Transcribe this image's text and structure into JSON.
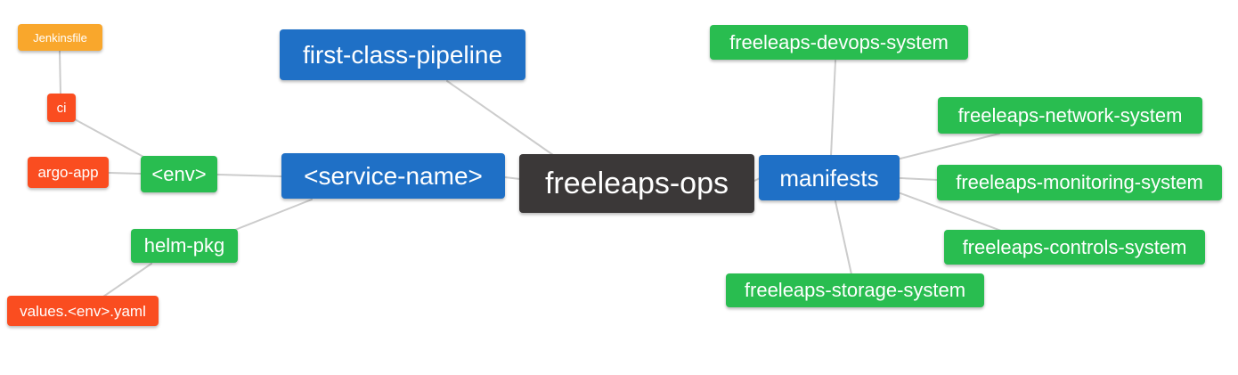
{
  "nodes": {
    "jenkinsfile": {
      "label": "Jenkinsfile"
    },
    "ci": {
      "label": "ci"
    },
    "argo_app": {
      "label": "argo-app"
    },
    "env": {
      "label": "<env>"
    },
    "helm_pkg": {
      "label": "helm-pkg"
    },
    "values_env_yaml": {
      "label": "values.<env>.yaml"
    },
    "first_class_pipeline": {
      "label": "first-class-pipeline"
    },
    "service_name": {
      "label": "<service-name>"
    },
    "freeleaps_ops": {
      "label": "freeleaps-ops"
    },
    "manifests": {
      "label": "manifests"
    },
    "devops_system": {
      "label": "freeleaps-devops-system"
    },
    "network_system": {
      "label": "freeleaps-network-system"
    },
    "monitoring_system": {
      "label": "freeleaps-monitoring-system"
    },
    "controls_system": {
      "label": "freeleaps-controls-system"
    },
    "storage_system": {
      "label": "freeleaps-storage-system"
    }
  },
  "edges": [
    {
      "from": "ci",
      "to": "jenkinsfile"
    },
    {
      "from": "env",
      "to": "ci"
    },
    {
      "from": "env",
      "to": "argo_app"
    },
    {
      "from": "service_name",
      "to": "env"
    },
    {
      "from": "service_name",
      "to": "helm_pkg"
    },
    {
      "from": "helm_pkg",
      "to": "values_env_yaml"
    },
    {
      "from": "freeleaps_ops",
      "to": "first_class_pipeline"
    },
    {
      "from": "freeleaps_ops",
      "to": "service_name"
    },
    {
      "from": "freeleaps_ops",
      "to": "manifests"
    },
    {
      "from": "manifests",
      "to": "devops_system"
    },
    {
      "from": "manifests",
      "to": "network_system"
    },
    {
      "from": "manifests",
      "to": "monitoring_system"
    },
    {
      "from": "manifests",
      "to": "controls_system"
    },
    {
      "from": "manifests",
      "to": "storage_system"
    }
  ],
  "palette": {
    "root_node": "#3b3838",
    "branch_node": "#1f70c6",
    "leaf_green": "#29bd50",
    "leaf_red": "#fa4d20",
    "leaf_orange": "#f9a72c",
    "edge": "#cccccc",
    "node_text": "#ffffff",
    "background": "#ffffff"
  }
}
